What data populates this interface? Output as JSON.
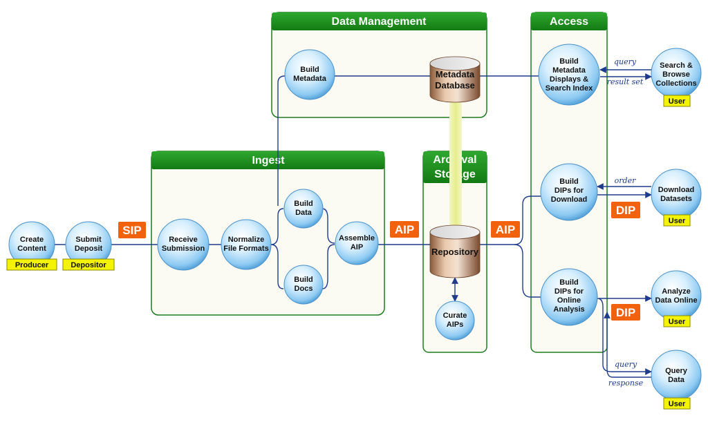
{
  "sections": {
    "data_management": "Data Management",
    "access": "Access",
    "ingest": "Ingest",
    "archival_storage": [
      "Archival",
      "Storage"
    ]
  },
  "nodes": {
    "create_content": [
      "Create",
      "Content"
    ],
    "submit_deposit": [
      "Submit",
      "Deposit"
    ],
    "receive_submission": [
      "Receive",
      "Submission"
    ],
    "normalize_file_formats": [
      "Normalize",
      "File Formats"
    ],
    "build_data": [
      "Build",
      "Data"
    ],
    "build_docs": [
      "Build",
      "Docs"
    ],
    "assemble_aip": [
      "Assemble",
      "AIP"
    ],
    "build_metadata": [
      "Build",
      "Metadata"
    ],
    "curate_aips": [
      "Curate",
      "AIPs"
    ],
    "build_metadata_displays": [
      "Build",
      "Metadata",
      "Displays &",
      "Search Index"
    ],
    "build_dips_download": [
      "Build",
      "DIPs for",
      "Download"
    ],
    "build_dips_online": [
      "Build",
      "DIPs for",
      "Online",
      "Analysis"
    ],
    "search_browse": [
      "Search &",
      "Browse",
      "Collections"
    ],
    "download_datasets": [
      "Download",
      "Datasets"
    ],
    "analyze_data_online": [
      "Analyze",
      "Data Online"
    ],
    "query_data": [
      "Query",
      "Data"
    ]
  },
  "databases": {
    "metadata_database": [
      "Metadata",
      "Database"
    ],
    "repository": [
      "Repository"
    ]
  },
  "roles": {
    "producer": "Producer",
    "depositor": "Depositor",
    "user": "User"
  },
  "tags": {
    "sip": "SIP",
    "aip_ingest": "AIP",
    "aip_access": "AIP",
    "dip_download": "DIP",
    "dip_online": "DIP"
  },
  "flow_labels": {
    "query_search": "query",
    "result_set": "result set",
    "order": "order",
    "query_data": "query",
    "response": "response"
  },
  "colors": {
    "section_header": "#1b8f1b",
    "section_border": "#1e7a1e",
    "connector": "#1f3b8c",
    "tag": "#f2620c",
    "role_badge": "#f4f400",
    "node_fill": "#bfe3fb"
  }
}
